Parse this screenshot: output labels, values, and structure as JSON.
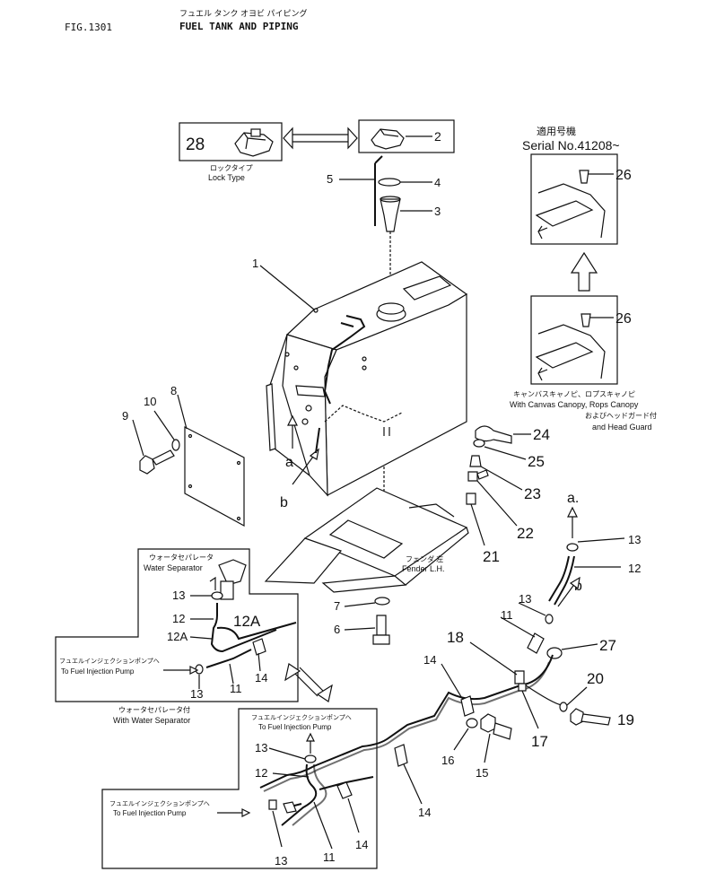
{
  "header": {
    "fig": "FIG.1301",
    "title_jp": "フュエル タンク オヨビ パイピング",
    "title_en": "FUEL TANK AND PIPING"
  },
  "lock_type": {
    "label_jp": "ロックタイプ",
    "label_en": "Lock Type"
  },
  "serial": {
    "label_jp": "適用号機",
    "label_en": "Serial  No.41208~"
  },
  "canvas_note": {
    "line1_jp": "キャンバスキャノピ、ロプスキャノピ",
    "line2_en": "With Canvas Canopy, Rops Canopy",
    "line3_jp": "およびヘッドガード付",
    "line4_en": "and Head Guard"
  },
  "fender": {
    "label_jp": "フェンダ 左",
    "label_en": "Fender L.H."
  },
  "water_separator": {
    "label_jp": "ウォータセパレータ",
    "label_en": "Water Separator",
    "pump_jp": "フュエルインジェクションポンプへ",
    "pump_en": "To Fuel Injection Pump",
    "with_jp": "ウォータセパレータ付",
    "with_en": "With Water Separator"
  },
  "lower_box": {
    "pump_jp_top": "フュエルインジェクションポンプへ",
    "pump_en_top": "To Fuel Injection Pump",
    "pump_jp_left": "フュエルインジェクションポンプへ",
    "pump_en_left": "To Fuel Injection Pump"
  },
  "letters": {
    "a": "a",
    "b": "b",
    "a_dot": "a.",
    "b_right": "b"
  },
  "callouts": {
    "p1": "1",
    "p2": "2",
    "p3": "3",
    "p4": "4",
    "p5": "5",
    "p6": "6",
    "p7": "7",
    "p8": "8",
    "p9": "9",
    "p10": "10",
    "p11": "11",
    "p12": "12",
    "p13": "13",
    "p14": "14",
    "p15": "15",
    "p16": "16",
    "p17": "17",
    "p18": "18",
    "p19": "19",
    "p20": "20",
    "p21": "21",
    "p22": "22",
    "p23": "23",
    "p24": "24",
    "p25": "25",
    "p26": "26",
    "p27": "27",
    "p28": "28",
    "p12A": "12A"
  }
}
